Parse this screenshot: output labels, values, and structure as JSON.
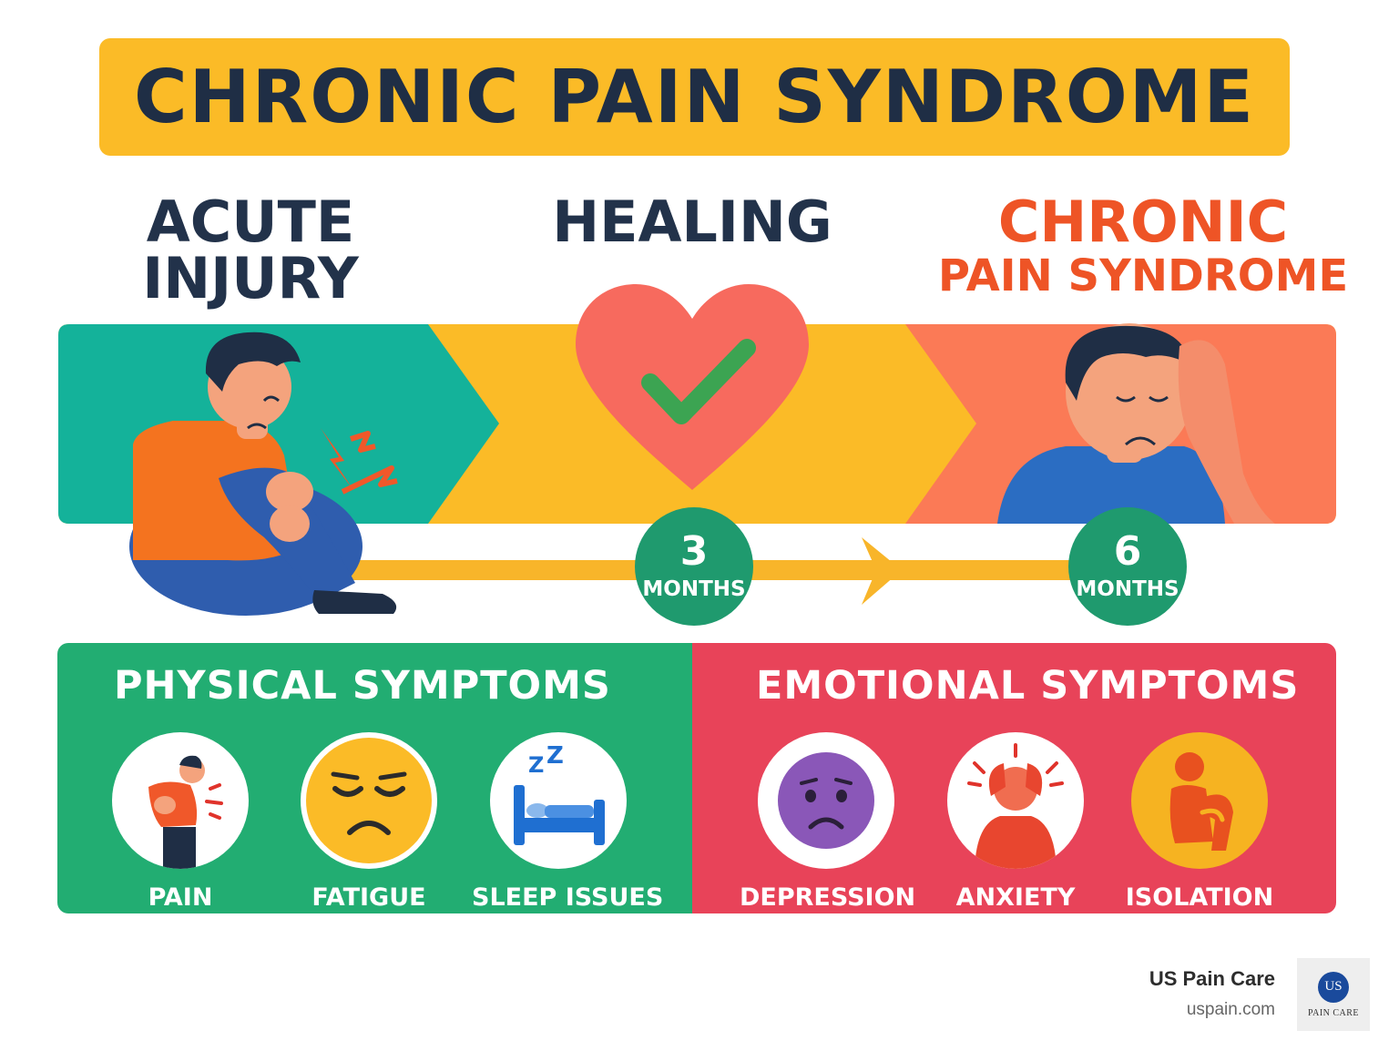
{
  "title": "CHRONIC PAIN SYNDROME",
  "stages": {
    "acute": {
      "line1": "ACUTE",
      "line2": "INJURY"
    },
    "healing": {
      "label": "HEALING"
    },
    "chronic": {
      "line1": "CHRONIC",
      "line2": "PAIN SYNDROME"
    }
  },
  "timeline": [
    {
      "value": "3",
      "unit": "MONTHS"
    },
    {
      "value": "6",
      "unit": "MONTHS"
    }
  ],
  "physical": {
    "title": "PHYSICAL SYMPTOMS",
    "items": [
      {
        "label": "PAIN",
        "icon": "person-holding-side-pain-icon"
      },
      {
        "label": "FATIGUE",
        "icon": "tired-face-icon"
      },
      {
        "label": "SLEEP ISSUES",
        "icon": "bed-zzz-icon"
      }
    ]
  },
  "emotional": {
    "title": "EMOTIONAL SYMPTOMS",
    "items": [
      {
        "label": "DEPRESSION",
        "icon": "sad-face-icon"
      },
      {
        "label": "ANXIETY",
        "icon": "anxious-person-icon"
      },
      {
        "label": "ISOLATION",
        "icon": "hugging-knees-person-icon"
      }
    ]
  },
  "brand": {
    "name": "US Pain Care",
    "url": "uspain.com",
    "logo_mark": "US",
    "logo_caption": "PAIN CARE"
  },
  "colors": {
    "banner": "#fbbb27",
    "dark_text": "#1f2e45",
    "teal": "#14b29a",
    "yellow": "#fbbb27",
    "coral": "#fb7a56",
    "chronic_text": "#ee5426",
    "heart": "#f76a5e",
    "check": "#3ca452",
    "badge": "#1f9a6e",
    "physical_panel": "#22ad72",
    "emotional_panel": "#e84359"
  }
}
